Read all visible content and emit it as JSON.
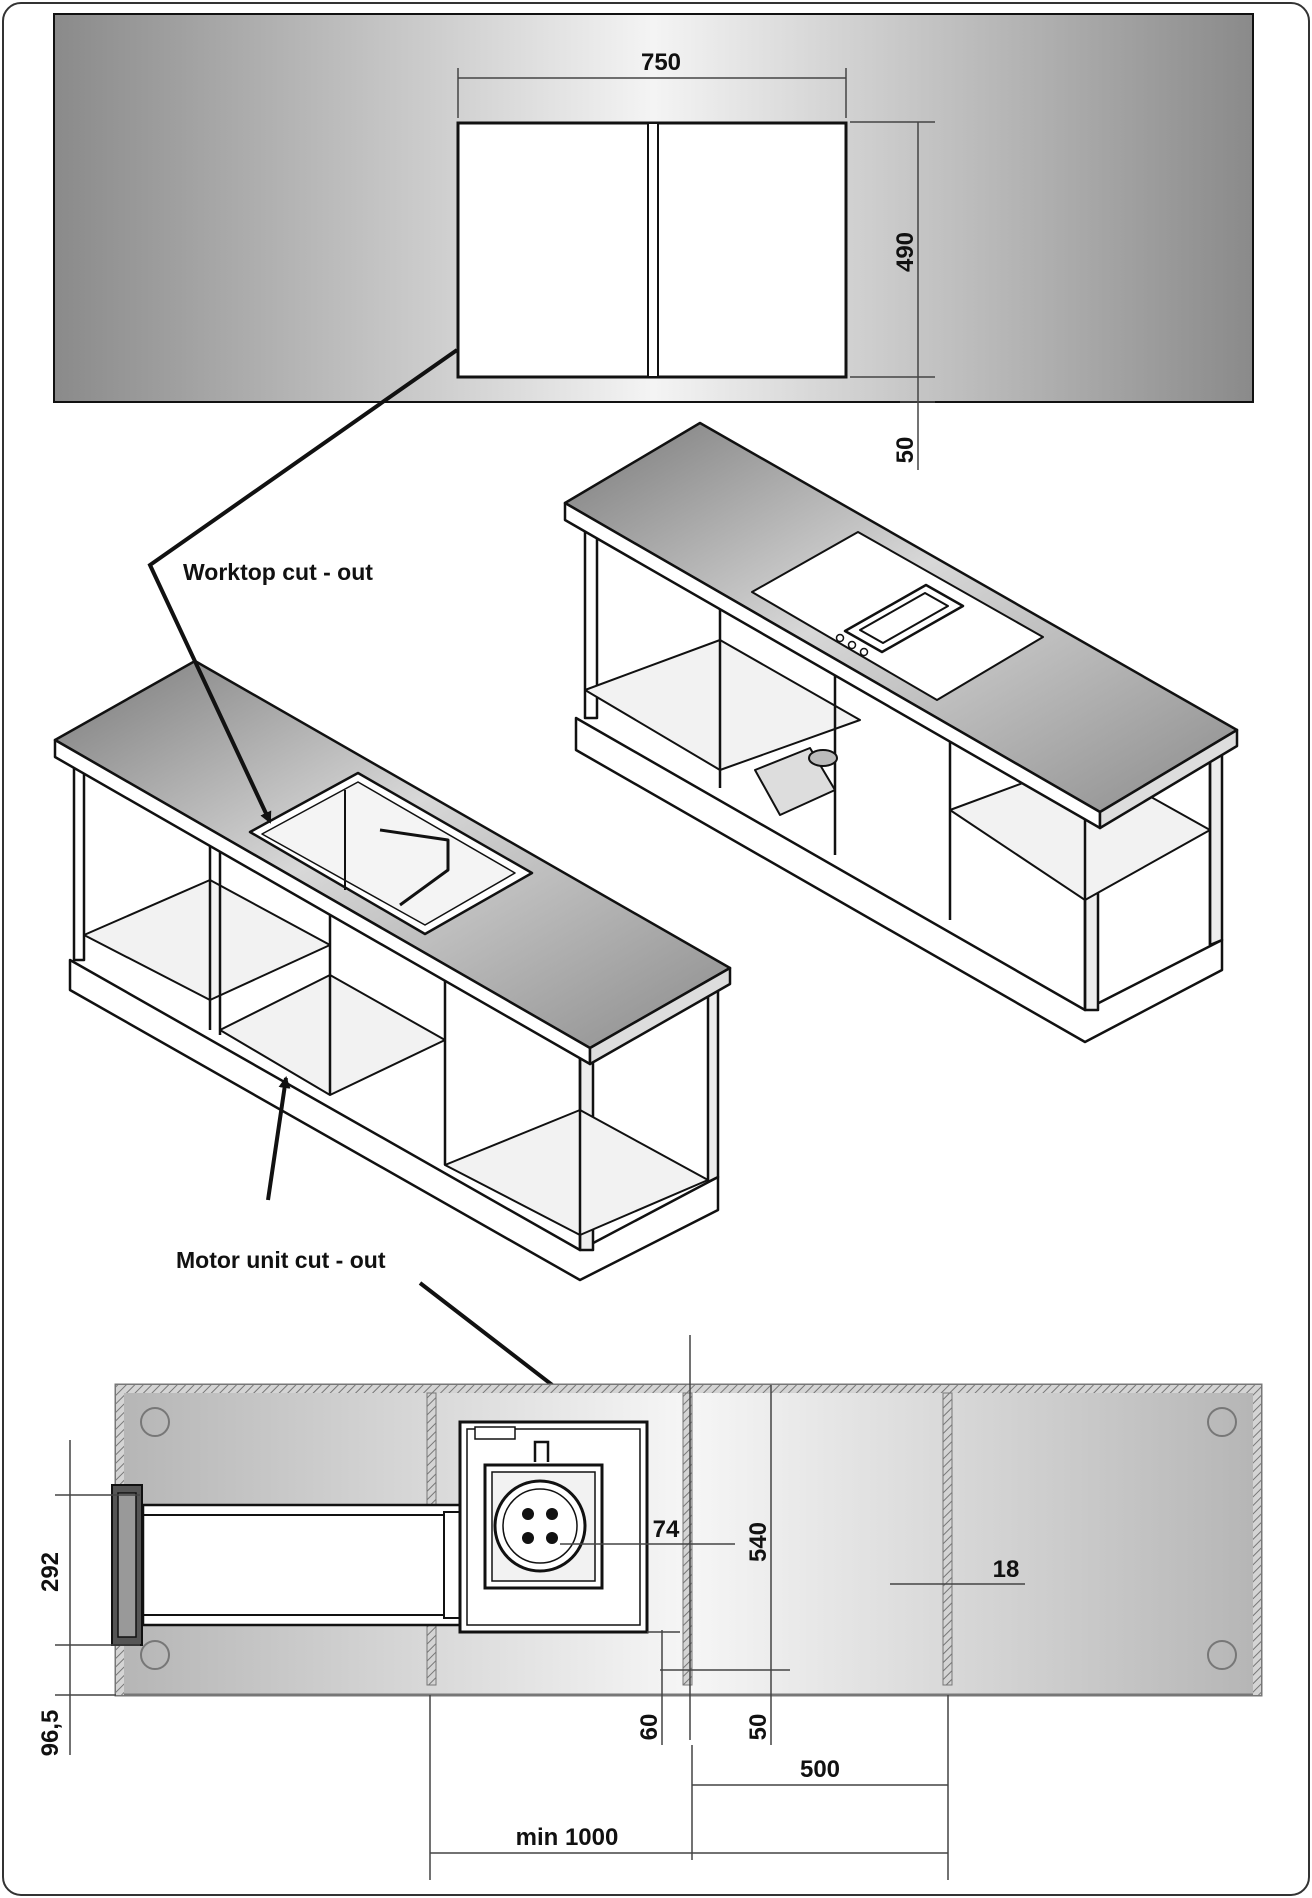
{
  "labels": {
    "worktop_cutout": "Worktop cut - out",
    "motor_unit_cutout": "Motor unit cut - out"
  },
  "dimensions": {
    "cutout_width": "750",
    "cutout_depth": "490",
    "edge_offset": "50",
    "height_292": "292",
    "offset_96_5": "96,5",
    "depth_540": "540",
    "diameter_74": "74",
    "panel_18": "18",
    "gap_60": "60",
    "gap_50": "50",
    "width_500": "500",
    "min_width": "min 1000"
  },
  "colors": {
    "line": "#111111",
    "panel_gray": "#8f8f8f",
    "panel_light": "#f2f2f2"
  }
}
